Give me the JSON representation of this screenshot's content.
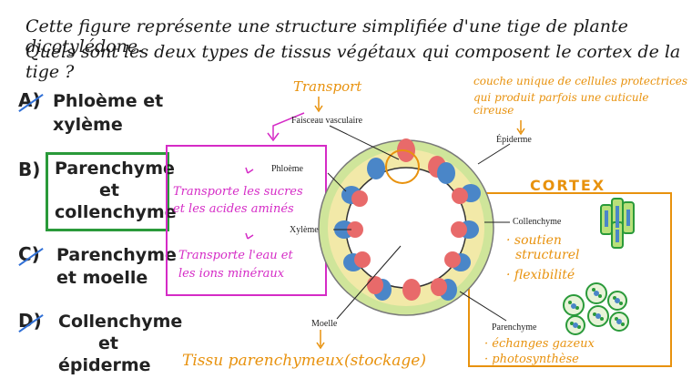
{
  "question": {
    "line1": "Cette figure représente une structure simplifiée d'une tige de plante dicotylédone.",
    "line2": "Quels sont les deux types de tissus végétaux qui composent le cortex de la tige ?"
  },
  "options": [
    {
      "letter": "A)",
      "line1": "Phloème et",
      "line2": "xylème"
    },
    {
      "letter": "B)",
      "line1": "Parenchyme",
      "line2": "et",
      "line3": "collenchyme"
    },
    {
      "letter": "C)",
      "line1": "Parenchyme",
      "line2": "et moelle"
    },
    {
      "letter": "D)",
      "line1": "Collenchyme",
      "line2": "et",
      "line3": "épiderme"
    }
  ],
  "diagram_labels": {
    "faisceau": "Faisceau vasculaire",
    "epiderme": "Épiderme",
    "phloeme": "Phloème",
    "xyleme": "Xylème",
    "collenchyme": "Collenchyme",
    "parenchyme": "Parenchyme",
    "moelle": "Moelle"
  },
  "annotations": {
    "transport": "Transport",
    "couche1": "couche unique de cellules protectrices",
    "couche2": "qui produit parfois une cuticule cireuse",
    "sucres1": "Transporte les sucres",
    "sucres2": "et les acides aminés",
    "eau1": "Transporte l'eau et",
    "eau2": "les ions minéraux",
    "cortex": "CORTEX",
    "soutien1": "· soutien",
    "soutien2": "structurel",
    "flexibilite": "· flexibilité",
    "echanges": "· échanges gazeux",
    "photosynthese": "· photosynthèse",
    "tissu": "Tissu parenchymeux",
    "stockage": "(stockage)"
  },
  "colors": {
    "green": "#2a9a3a",
    "orange": "#e8920e",
    "pink": "#d52bc6",
    "blue_strike": "#2f6fd6",
    "outer_ring": "#cfe59a",
    "pith": "#ffffff",
    "phloem": "#e86a6a",
    "xylem": "#4a86c8"
  }
}
